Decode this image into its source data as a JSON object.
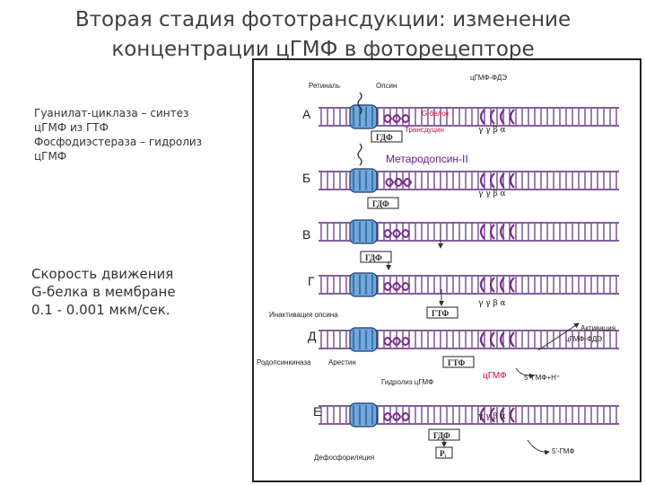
{
  "title": {
    "line1": "Вторая стадия фототрансдукции: изменение",
    "line2": "концентрации цГМФ в фоторецепторе"
  },
  "left_notes": {
    "enzymes": [
      "Гуанилат-циклаза – синтез",
      "цГМФ из ГТФ",
      "Фосфодиэстераза –   гидролиз",
      "цГМФ"
    ],
    "speed": [
      "Скорость движения",
      "G-белка в мембране",
      "0.1 - 0.001 мкм/сек."
    ]
  },
  "labels": {
    "retinal": "Ретиналь",
    "opsin": "Опсин",
    "pde": "цГМФ-ФДЭ",
    "g_protein": "G-белок",
    "transducin": "Трансдуцин",
    "metarhodopsin": "Метародопсин-II",
    "inactivation": "Инактивация опсина",
    "activation_1": "Активация",
    "activation_2": "цГМФ-ФДЭ",
    "rhodopsin_kinase": "Родопсинкиназа",
    "arrestin": "Арестин",
    "hydrolysis": "Гидролиз цГМФ",
    "cgmp": "цГМФ",
    "product_1": "5'-ГМФ+Н⁺",
    "product_2": "5'-ГМФ",
    "dephosphorylation": "Дефосфориляция",
    "gdp": "ГДФ",
    "gtp": "ГТФ",
    "pi": "Pᵢ",
    "greek": "γ γ β α"
  },
  "stages": [
    "А",
    "Б",
    "В",
    "Г",
    "Д",
    "Е"
  ],
  "colors": {
    "membrane": "#5a2a7a",
    "protein_fill": "#6fa8dc",
    "transducin": "#7a2a8a",
    "accent_red": "#c8102e",
    "border": "#222222"
  }
}
